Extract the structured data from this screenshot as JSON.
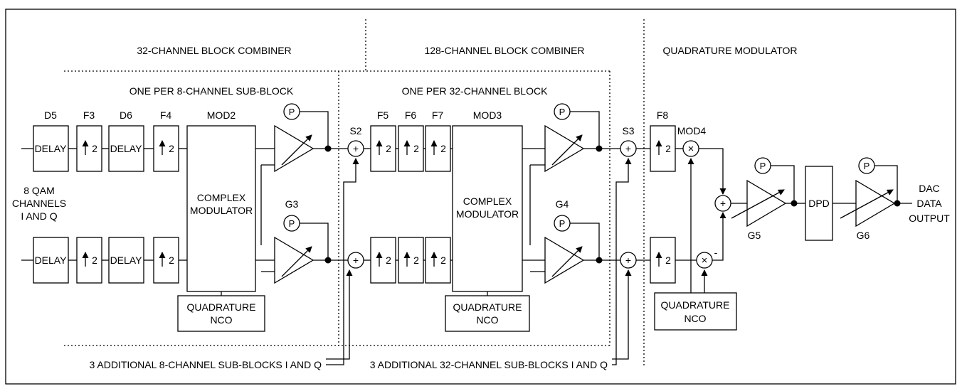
{
  "sections": {
    "block32": "32-CHANNEL BLOCK COMBINER",
    "block128": "128-CHANNEL BLOCK COMBINER",
    "quadmod": "QUADRATURE MODULATOR",
    "sub8": "ONE PER 8-CHANNEL SUB-BLOCK",
    "sub32": "ONE PER 32-CHANNEL BLOCK"
  },
  "input_label": [
    "8 QAM",
    "CHANNELS",
    "I AND Q"
  ],
  "output_label": [
    "DAC",
    "DATA",
    "OUTPUT"
  ],
  "block_names": {
    "d5": "D5",
    "f3": "F3",
    "d6": "D6",
    "f4": "F4",
    "mod2": "MOD2",
    "g3": "G3",
    "s2": "S2",
    "f5": "F5",
    "f6": "F6",
    "f7": "F7",
    "mod3": "MOD3",
    "g4": "G4",
    "s3": "S3",
    "f8": "F8",
    "mod4": "MOD4",
    "g5": "G5",
    "g6": "G6"
  },
  "delay_label": "DELAY",
  "interp_factor": "2",
  "power_label": "P",
  "complex_mod": [
    "COMPLEX",
    "MODULATOR"
  ],
  "nco": [
    "QUADRATURE",
    "NCO"
  ],
  "dpd": "DPD",
  "adder_sign": "+",
  "subtract_sign": "-",
  "mult_sign": "×",
  "additional_8": "3 ADDITIONAL 8-CHANNEL SUB-BLOCKS I AND Q",
  "additional_32": "3 ADDITIONAL 32-CHANNEL SUB-BLOCKS I AND Q"
}
